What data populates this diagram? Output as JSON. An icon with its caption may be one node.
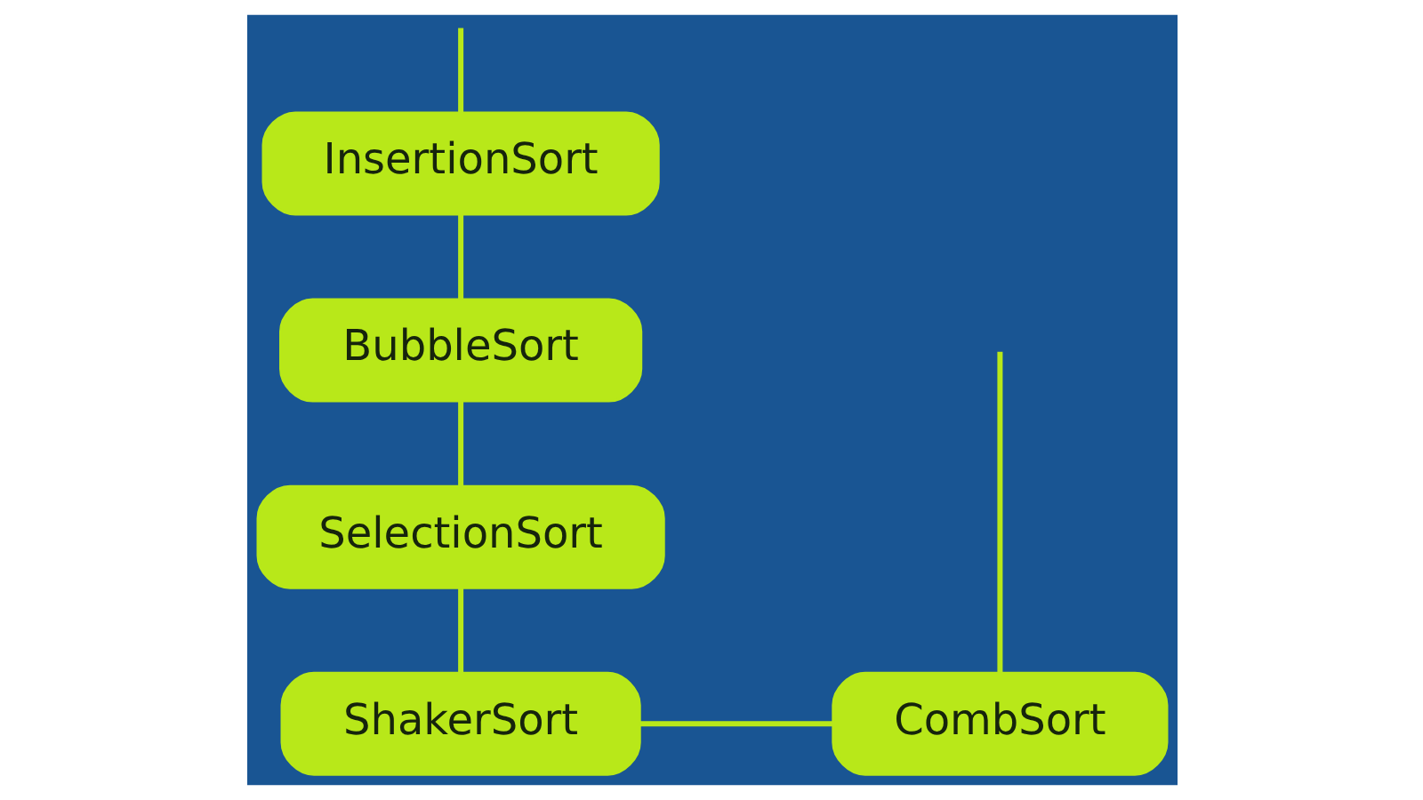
{
  "diagram": {
    "nodes": [
      {
        "text": [
          "InsertionSort"
        ]
      },
      {
        "text": [
          "BubbleSort"
        ]
      },
      {
        "text": [
          "ShakerSort"
        ]
      },
      {
        "text": [
          "CombSort"
        ]
      },
      {
        "text": [
          "SelectionSort"
        ]
      }
    ],
    "edges": [
      {
        "from": null,
        "to": 0,
        "arrow": "none"
      },
      {
        "from": 0,
        "to": 1,
        "arrow": "none"
      },
      {
        "from": 1,
        "to": 4,
        "arrow": "none"
      },
      {
        "from": 4,
        "to": 2,
        "arrow": "none"
      },
      {
        "from": 2,
        "to": 3,
        "arrow": "none"
      },
      {
        "from": 3,
        "to": null,
        "arrow": "none"
      }
    ]
  }
}
